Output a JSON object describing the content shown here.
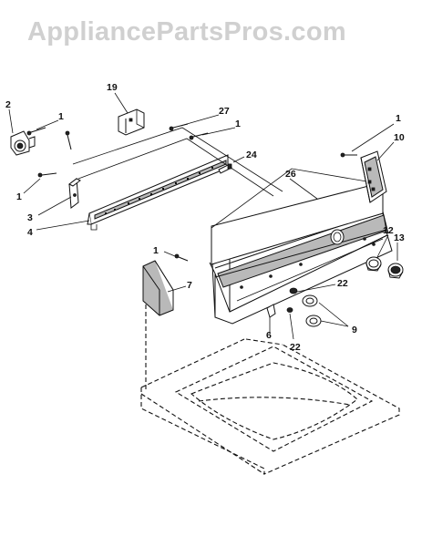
{
  "watermark": "AppliancePartsPros.com",
  "callouts": [
    {
      "id": "c2",
      "text": "2"
    },
    {
      "id": "c1a",
      "text": "1"
    },
    {
      "id": "c19",
      "text": "19"
    },
    {
      "id": "c27",
      "text": "27"
    },
    {
      "id": "c1b",
      "text": "1"
    },
    {
      "id": "c1c",
      "text": "1"
    },
    {
      "id": "c10",
      "text": "10"
    },
    {
      "id": "c24",
      "text": "24"
    },
    {
      "id": "c26",
      "text": "26"
    },
    {
      "id": "c1d",
      "text": "1"
    },
    {
      "id": "c3",
      "text": "3"
    },
    {
      "id": "c4",
      "text": "4"
    },
    {
      "id": "c12",
      "text": "12"
    },
    {
      "id": "c13",
      "text": "13"
    },
    {
      "id": "c1e",
      "text": "1"
    },
    {
      "id": "c7",
      "text": "7"
    },
    {
      "id": "c22a",
      "text": "22"
    },
    {
      "id": "c9",
      "text": "9"
    },
    {
      "id": "c6",
      "text": "6"
    },
    {
      "id": "c22b",
      "text": "22"
    }
  ]
}
